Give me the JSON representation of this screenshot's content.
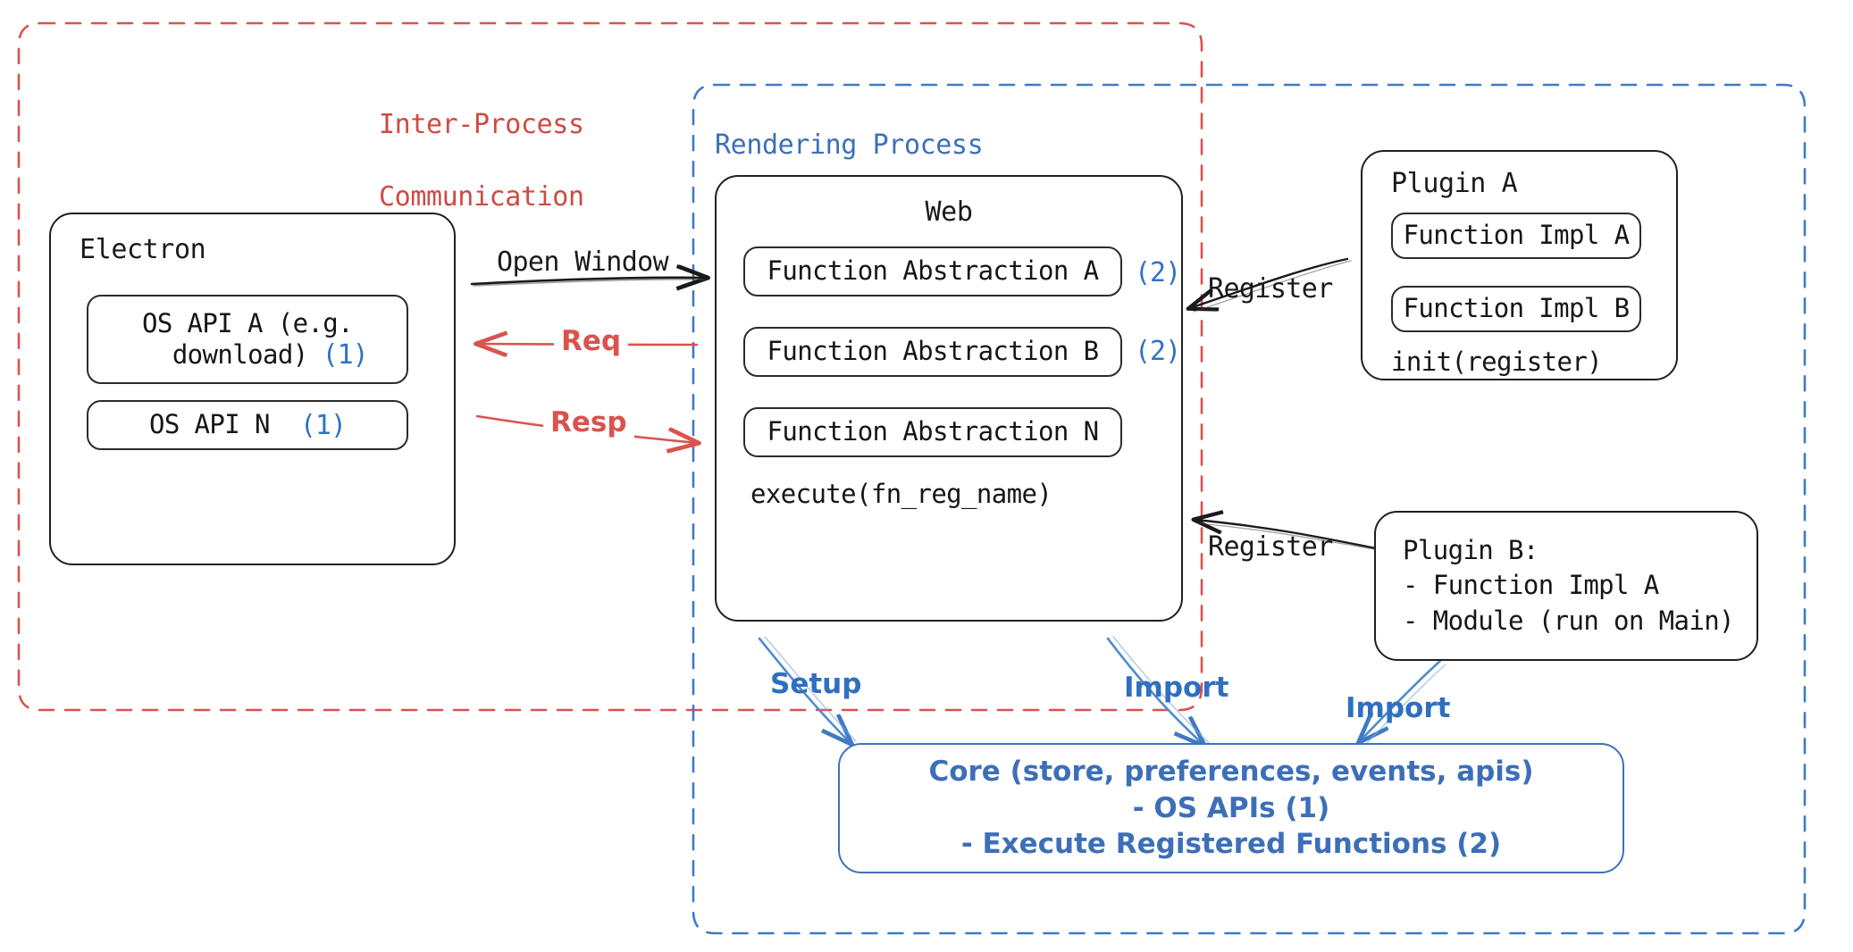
{
  "diagram": {
    "title": "Electron plugin architecture",
    "colors": {
      "red": "#cc4b44",
      "blue": "#3d6fb8",
      "badge_blue": "#2f72c4",
      "black": "#1a1a1a",
      "background": "#ffffff"
    }
  },
  "containers": {
    "ipc": {
      "label": "Inter-Process\nCommunication",
      "label_line1": "Inter-Process",
      "label_line2": "Communication",
      "border_style": "dashed",
      "color": "#cc4b44"
    },
    "rendering": {
      "label": "Rendering Process",
      "border_style": "dashed",
      "color": "#3d6fb8"
    }
  },
  "electron": {
    "title": "Electron",
    "items": [
      {
        "label": "OS API A (e.g.\n   download)",
        "line1": "OS API A (e.g.",
        "line2": "   download)",
        "badge": "(1)"
      },
      {
        "label": "OS API N",
        "line1": "OS API N",
        "line2": "",
        "badge": "(1)"
      }
    ]
  },
  "web": {
    "title": "Web",
    "items": [
      {
        "label": "Function Abstraction A",
        "badge": "(2)"
      },
      {
        "label": "Function Abstraction B",
        "badge": "(2)"
      },
      {
        "label": "Function Abstraction N",
        "badge": ""
      }
    ],
    "footer": "execute(fn_reg_name)"
  },
  "plugin_a": {
    "title": "Plugin A",
    "items": [
      {
        "label": "Function Impl A"
      },
      {
        "label": "Function Impl B"
      }
    ],
    "footer": "init(register)"
  },
  "plugin_b": {
    "lines": [
      "Plugin B:",
      "- Function Impl A",
      "- Module (run on Main)"
    ]
  },
  "core": {
    "lines": [
      "Core (store, preferences, events, apis)",
      "- OS APIs (1)",
      "- Execute Registered Functions (2)"
    ]
  },
  "arrows": [
    {
      "name": "open-window",
      "label": "Open Window",
      "color": "#1a1a1a",
      "direction": "electron-to-web"
    },
    {
      "name": "req",
      "label": "Req",
      "color": "#d9534f",
      "direction": "web-to-electron"
    },
    {
      "name": "resp",
      "label": "Resp",
      "color": "#d9534f",
      "direction": "electron-to-web"
    },
    {
      "name": "register-a",
      "label": "Register",
      "color": "#1a1a1a",
      "direction": "plugin-a-to-web"
    },
    {
      "name": "register-b",
      "label": "Register",
      "color": "#1a1a1a",
      "direction": "plugin-b-to-web"
    },
    {
      "name": "setup",
      "label": "Setup",
      "color": "#2f6fc0",
      "direction": "web-to-core"
    },
    {
      "name": "import-left",
      "label": "Import",
      "color": "#2f6fc0",
      "direction": "web-to-core"
    },
    {
      "name": "import-right",
      "label": "Import",
      "color": "#2f6fc0",
      "direction": "plugin-b-to-core"
    }
  ]
}
